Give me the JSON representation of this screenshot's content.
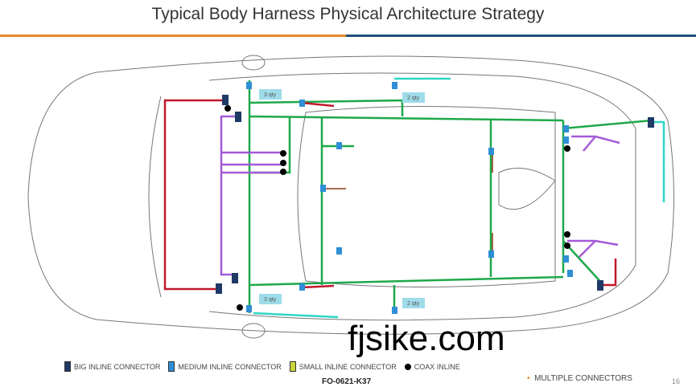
{
  "title": "Typical Body Harness Physical Architecture Strategy",
  "labels": {
    "qty_front_top": "3 qty",
    "qty_mid_top": "2 qty",
    "qty_front_bottom": "3 qty",
    "qty_mid_bottom": "2 qty"
  },
  "legend": [
    {
      "label": "BIG INLINE CONNECTOR",
      "color": "#1f3a66"
    },
    {
      "label": "MEDIUM INLINE CONNECTOR",
      "color": "#2e8fd6"
    },
    {
      "label": "SMALL INLINE CONNECTOR",
      "color": "#c9d63a"
    },
    {
      "label": "COAX INLINE",
      "color": "#000000"
    }
  ],
  "multiple_connectors": "MULTIPLE CONNECTORS",
  "code": "FO-0621-K37",
  "page_number": "16",
  "watermark": "fjsike.com",
  "colors": {
    "green": "#1fa84a",
    "red": "#c0182b",
    "purple": "#a35ad8",
    "teal": "#2ed6c8",
    "brown": "#8b3a1a"
  }
}
